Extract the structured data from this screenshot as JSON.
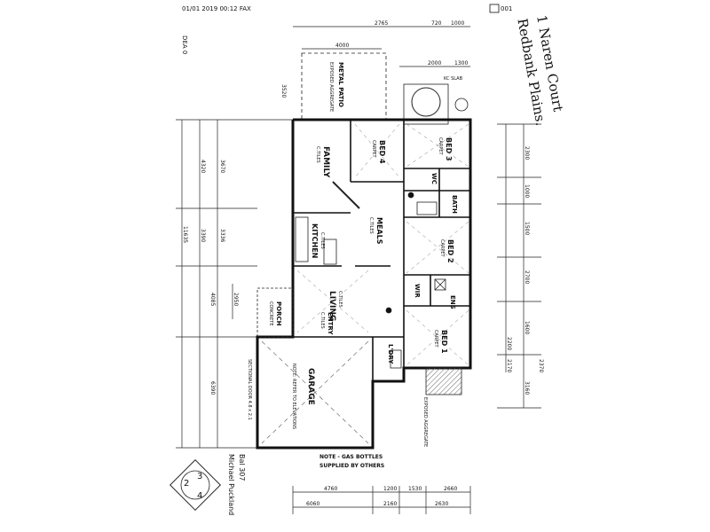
{
  "fax_header": "01/01 2019 00:12 FAX",
  "page_number": "001",
  "handwritten_address": [
    "1 Naren Court",
    "Redbank Plains."
  ],
  "rooms": {
    "bed1": "BED 1",
    "bed1_finish": "CARPET",
    "bed2": "BED 2",
    "bed2_finish": "CARPET",
    "bed3": "BED 3",
    "bed3_finish": "CARPET",
    "bed4": "BED 4",
    "bed4_finish": "CARPET",
    "family": "FAMILY",
    "family_finish": "C.TILES",
    "kitchen": "KITCHEN",
    "kitchen_finish": "C.TILES",
    "meals": "MEALS",
    "meals_finish": "C.TILES",
    "living": "LIVING",
    "living_finish": "C.TILES",
    "entry": "ENTRY",
    "entry_finish": "C.TILES",
    "porch": "PORCH",
    "porch_finish": "CONCRETE",
    "garage": "GARAGE",
    "lndry": "L'DRY",
    "wir": "WIR",
    "ens": "ENS",
    "bath": "BATH",
    "wc": "WC",
    "alfresco": "METAL PATIO",
    "alfresco_sub": "EXPOSED AGGREGATE",
    "kc_slab": "KC SLAB",
    "covered_area": "EXPOSED AGGREGATE"
  },
  "notes": {
    "gas": "NOTE - GAS BOTTLES",
    "supplied": "SUPPLIED BY OTHERS",
    "garage_door": "SECTIONAL DOOR 4.8 x 2.1",
    "garage_note": "NOTE: REFER TO ELEVATIONS"
  },
  "dims_left": [
    "11635",
    "4320",
    "3390",
    "4085",
    "6390",
    "3670",
    "3336",
    "2950"
  ],
  "dims_top": [
    "2765",
    "720",
    "1000",
    "2000",
    "1300",
    "4000",
    "3520"
  ],
  "dims_right": [
    "2300",
    "1000",
    "1500",
    "2700",
    "1600",
    "2200",
    "2170",
    "3160",
    "2370"
  ],
  "dims_bottom": [
    "4760",
    "1200",
    "1530",
    "2660",
    "6060",
    "2160",
    "2630"
  ],
  "bottom_left_stamp": [
    "Michael Puckland",
    "Bal 307"
  ],
  "bottom_left_seal": [
    "2",
    "3",
    "4"
  ],
  "rotated_label_left": "DEA 0"
}
